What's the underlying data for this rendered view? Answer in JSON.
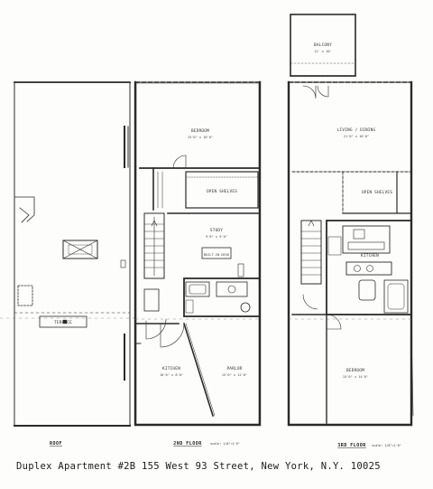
{
  "caption": "Duplex Apartment #2B   155 West 93 Street, New York, N.Y. 10025",
  "plans": {
    "roof": {
      "label": "ROOF"
    },
    "second_floor": {
      "label": "2ND FLOOR",
      "scale": "scale: 1/8\"=1'0\""
    },
    "third_floor": {
      "label": "3RD FLOOR",
      "scale": "scale: 1/8\"=1'0\""
    }
  },
  "rooms": {
    "balcony": {
      "name": "BALCONY",
      "dim": "11' x 10'"
    },
    "bedroom_2nd": {
      "name": "BEDROOM",
      "dim": "15'0\" x 16'0\""
    },
    "open_shelves": {
      "name": "OPEN SHELVES"
    },
    "study": {
      "name": "STUDY",
      "dim": "9'6\" x 9'0\"",
      "note": "BUILT-IN DESK"
    },
    "kitchen": {
      "name": "KITCHEN",
      "dim": "10'0\" x 8'0\""
    },
    "parlor": {
      "name": "PARLOR",
      "dim": "15'0\" x 12'0\""
    },
    "living_dining": {
      "name": "LIVING / DINING",
      "dim": "21'0\" x 16'0\""
    },
    "open_shelves_2": {
      "name": "OPEN SHELVES"
    },
    "kitchenette": {
      "name": "KITCHEN"
    },
    "bedroom_3rd": {
      "name": "BEDROOM",
      "dim": "15'0\" x 14'0\""
    },
    "terrace": {
      "name": "TERRACE"
    }
  }
}
